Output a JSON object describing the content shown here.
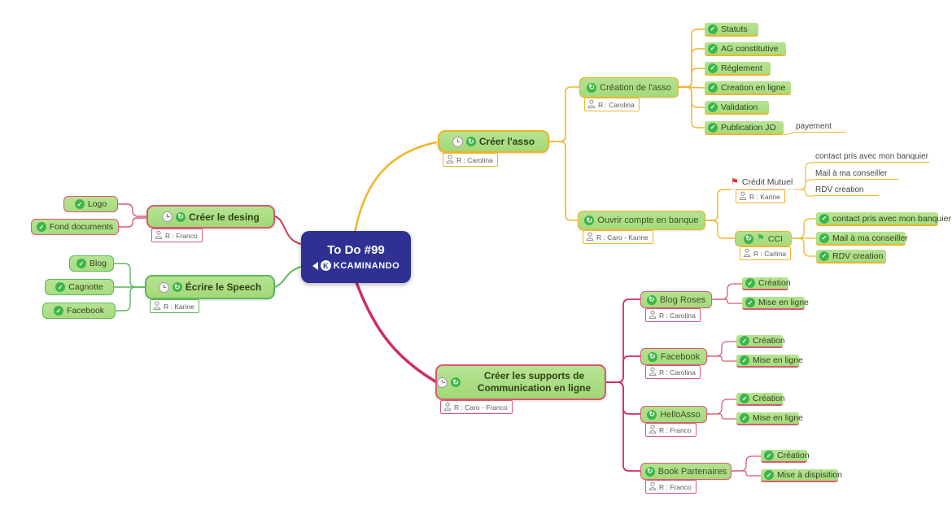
{
  "central": {
    "title": "To Do #99",
    "brand": "KCAMINANDO",
    "brand_initial": "K"
  },
  "colors": {
    "navy": "#2e3192",
    "orange": "#f0b429",
    "green": "#5cb85c",
    "pink": "#d85a72",
    "red": "#cf3b52",
    "crimson": "#d22d64",
    "node_fill": "#a9dd80",
    "check_green": "#3cb54a",
    "flag_red": "#d23c3c"
  },
  "nodes": {
    "creer_asso": {
      "label": "Créer l'asso",
      "assignee": "R : Carolina",
      "icons": [
        "clock-icon",
        "progress-icon"
      ]
    },
    "creation_asso": {
      "label": "Création de l'asso",
      "assignee": "R : Carolina",
      "icons": [
        "progress-icon"
      ]
    },
    "statuts": {
      "label": "Statuts",
      "icons": [
        "check-icon"
      ]
    },
    "ag_constitutive": {
      "label": "AG constitutive",
      "icons": [
        "check-icon"
      ]
    },
    "reglement": {
      "label": "Réglement",
      "icons": [
        "check-icon"
      ]
    },
    "creation_en_ligne": {
      "label": "Creation en ligne",
      "icons": [
        "check-icon"
      ]
    },
    "validation": {
      "label": "Validation",
      "icons": [
        "check-icon"
      ]
    },
    "publication_jo": {
      "label": "Publication JO",
      "icons": [
        "check-icon"
      ]
    },
    "payement": {
      "label": "payement",
      "icons": []
    },
    "ouvrir_compte": {
      "label": "Ouvrir compte en banque",
      "assignee": "R : Caro - Karine",
      "icons": [
        "progress-icon"
      ]
    },
    "credit_mutuel": {
      "label": "Crédit Mutuel",
      "assignee": "R : Karine",
      "icons": [
        "flag-red-icon"
      ]
    },
    "cm_contact": {
      "label": "contact pris avec mon banquier",
      "icons": []
    },
    "cm_mail": {
      "label": "Mail à ma conseiller",
      "icons": []
    },
    "cm_rdv": {
      "label": "RDV creation",
      "icons": []
    },
    "cci": {
      "label": "CCI",
      "assignee": "R : Carlina",
      "icons": [
        "progress-icon",
        "flag-green-icon"
      ]
    },
    "cci_contact": {
      "label": "contact pris avec mon banquier",
      "icons": [
        "check-icon"
      ]
    },
    "cci_mail": {
      "label": "Mail à ma conseiller",
      "icons": [
        "check-icon"
      ]
    },
    "cci_rdv": {
      "label": "RDV creation",
      "icons": [
        "check-icon"
      ]
    },
    "creer_desing": {
      "label": "Créer le desing",
      "assignee": "R : Franco",
      "icons": [
        "clock-icon",
        "progress-icon"
      ]
    },
    "logo": {
      "label": "Logo",
      "icons": [
        "check-icon"
      ]
    },
    "fond_documents": {
      "label": "Fond documents",
      "icons": [
        "check-icon"
      ]
    },
    "ecrire_speech": {
      "label": "Écrire le Speech",
      "assignee": "R : Karine",
      "icons": [
        "clock-icon",
        "progress-icon"
      ]
    },
    "blog": {
      "label": "Blog",
      "icons": [
        "check-icon"
      ]
    },
    "cagnotte": {
      "label": "Cagnotte",
      "icons": [
        "check-icon"
      ]
    },
    "facebook_left": {
      "label": "Facebook",
      "icons": [
        "check-icon"
      ]
    },
    "creer_supports": {
      "label": "Créer les supports de Communication en ligne",
      "assignee": "R : Caro - Franco",
      "icons": [
        "clock-icon",
        "progress-icon"
      ]
    },
    "blog_roses": {
      "label": "Blog Roses",
      "assignee": "R : Carolina",
      "icons": [
        "progress-icon"
      ]
    },
    "br_creation": {
      "label": "Création",
      "icons": [
        "check-icon"
      ]
    },
    "br_mise": {
      "label": "Mise en ligne",
      "icons": [
        "check-icon"
      ]
    },
    "facebook_right": {
      "label": "Facebook",
      "assignee": "R : Carolina",
      "icons": [
        "progress-icon"
      ]
    },
    "fb_creation": {
      "label": "Création",
      "icons": [
        "check-icon"
      ]
    },
    "fb_mise": {
      "label": "Mise en ligne",
      "icons": [
        "check-icon"
      ]
    },
    "helloasso": {
      "label": "HelloAsso",
      "assignee": "R : Franco",
      "icons": [
        "progress-icon"
      ]
    },
    "ha_creation": {
      "label": "Création",
      "icons": [
        "check-icon"
      ]
    },
    "ha_mise": {
      "label": "Mise en ligne",
      "icons": [
        "check-icon"
      ]
    },
    "book_partenaires": {
      "label": "Book Partenaires",
      "assignee": "R : Franco",
      "icons": [
        "progress-icon"
      ]
    },
    "bp_creation": {
      "label": "Création",
      "icons": [
        "check-icon"
      ]
    },
    "bp_mise": {
      "label": "Mise à dispisition",
      "icons": [
        "check-icon"
      ]
    }
  }
}
